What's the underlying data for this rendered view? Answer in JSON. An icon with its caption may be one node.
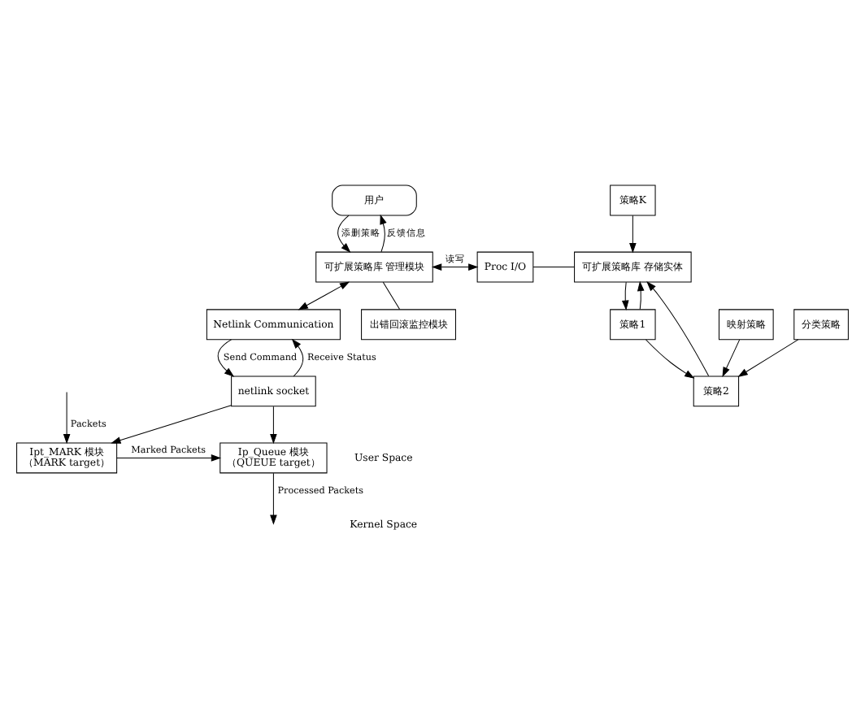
{
  "diagram": {
    "nodes": [
      {
        "text": [
          "用户"
        ]
      },
      {
        "text": [
          "可扩展策略库 管理模块"
        ]
      },
      {
        "text": [
          "Proc I/O"
        ]
      },
      {
        "text": [
          "可扩展策略库 存储实体"
        ]
      },
      {
        "text": [
          "策略K"
        ]
      },
      {
        "text": [
          "映射策略"
        ]
      },
      {
        "text": [
          "分类策略"
        ]
      },
      {
        "text": [
          "策略2"
        ]
      },
      {
        "text": [
          "策略1"
        ]
      },
      {
        "text": [
          "Netlink Communication"
        ]
      },
      {
        "text": [
          "出错回滚监控模块"
        ]
      },
      {
        "text": [
          "netlink socket"
        ]
      },
      {
        "text": [
          "Ipt_MARK 模块",
          "（MARK target）"
        ]
      },
      {
        "text": [
          "Ip_Queue 模块",
          "（QUEUE target）"
        ]
      }
    ],
    "edges": [
      {
        "from": 0,
        "to": 1,
        "arrow": "to",
        "label": "添删策略"
      },
      {
        "from": 1,
        "to": 0,
        "arrow": "to",
        "label": "反馈信息"
      },
      {
        "from": 1,
        "to": 2,
        "arrow": "both",
        "label": "读写"
      },
      {
        "from": 2,
        "to": 3,
        "arrow": "none"
      },
      {
        "from": 3,
        "to": 8,
        "arrow": "to"
      },
      {
        "from": 8,
        "to": 7,
        "arrow": "to"
      },
      {
        "from": 5,
        "to": 7,
        "arrow": "to"
      },
      {
        "from": 6,
        "to": 7,
        "arrow": "to"
      },
      {
        "from": 4,
        "to": 3,
        "arrow": "to"
      },
      {
        "from": 7,
        "to": 3,
        "arrow": "to"
      },
      {
        "from": 8,
        "to": 3,
        "arrow": "to"
      },
      {
        "from": 1,
        "to": 9,
        "arrow": "both"
      },
      {
        "from": 1,
        "to": 10,
        "arrow": "none"
      },
      {
        "from": 9,
        "to": 11,
        "arrow": "to",
        "label": "Send Command"
      },
      {
        "from": 11,
        "to": 9,
        "arrow": "to",
        "label": "Receive Status"
      },
      {
        "from": 11,
        "to": 12,
        "arrow": "to"
      },
      {
        "from": 11,
        "to": 13,
        "arrow": "to"
      },
      {
        "from": null,
        "to": 12,
        "arrow": "to",
        "label": "Packets"
      },
      {
        "from": 12,
        "to": 13,
        "arrow": "to",
        "label": "Marked Packets"
      },
      {
        "from": 13,
        "to": null,
        "arrow": "to",
        "label": "Processed Packets"
      }
    ],
    "labels": [
      "User Space",
      "Kernel Space"
    ]
  }
}
